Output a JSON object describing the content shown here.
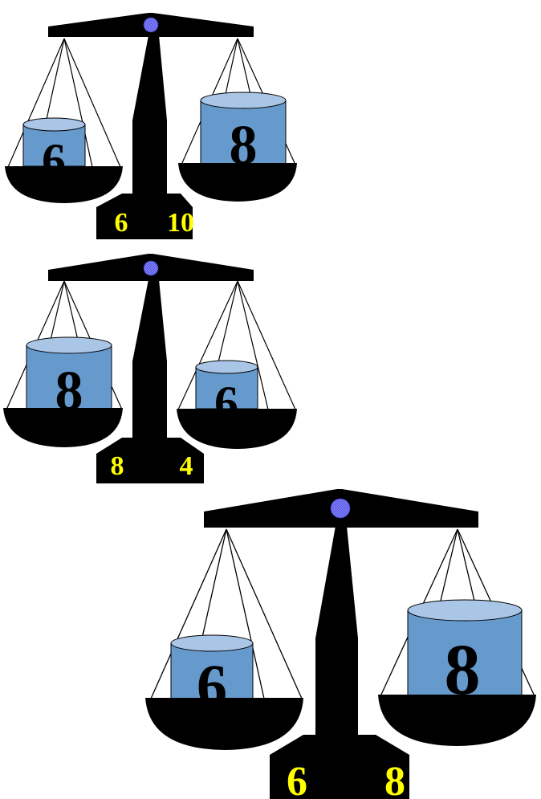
{
  "colors": {
    "scale_body": "#000000",
    "cup_body": "#6699cc",
    "cup_top": "#aac6e6",
    "pivot": "#7f7fff",
    "base_label": "#ffff00",
    "background": "#ffffff"
  },
  "scales": [
    {
      "id": "scale-1",
      "left_cup": {
        "label": "6"
      },
      "right_cup": {
        "label": "8"
      },
      "base_left_number": "6",
      "base_right_number": "10"
    },
    {
      "id": "scale-2",
      "left_cup": {
        "label": "8"
      },
      "right_cup": {
        "label": "6"
      },
      "base_left_number": "8",
      "base_right_number": "4"
    },
    {
      "id": "scale-3",
      "left_cup": {
        "label": "6"
      },
      "right_cup": {
        "label": "8"
      },
      "base_left_number": "6",
      "base_right_number": "8"
    }
  ]
}
